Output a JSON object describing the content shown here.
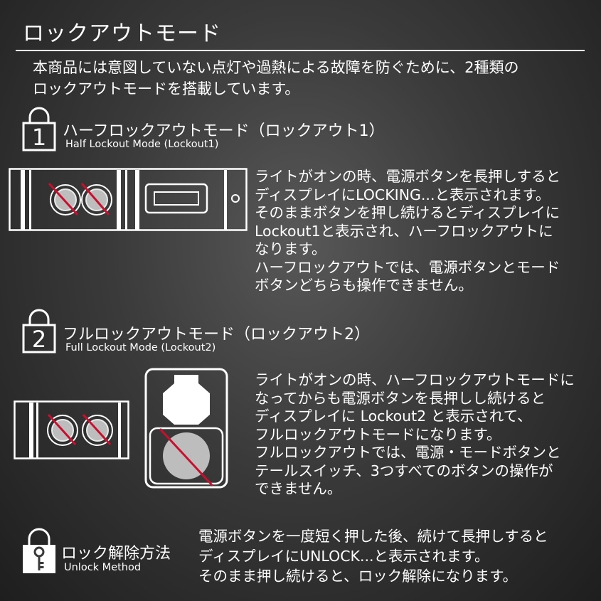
{
  "title": "ロックアウトモード",
  "intro": [
    "本商品には意図していない点灯や過熱による故障を防ぐために、2種類の",
    "ロックアウトモードを搭載しています。"
  ],
  "half": {
    "number": "1",
    "title": "ハーフロックアウトモード（ロックアウト1）",
    "subtitle": "Half Lockout Mode (Lockout1)",
    "description": [
      "ライトがオンの時、電源ボタンを長押しすると",
      "ディスプレイにLOCKING...と表示されます。",
      "そのままボタンを押し続けるとディスプレイに",
      "Lockout1と表示され、ハーフロックアウトに",
      "なります。",
      "ハーフロックアウトでは、電源ボタンとモード",
      "ボタンどちらも操作できません。"
    ]
  },
  "full": {
    "number": "2",
    "title": "フルロックアウトモード（ロックアウト2）",
    "subtitle": "Full Lockout Mode (Lockout2)",
    "description": [
      "ライトがオンの時、ハーフロックアウトモードに",
      "なってからも電源ボタンを長押しし続けると",
      "ディスプレイに Lockout2 と表示されて、",
      "フルロックアウトモードになります。",
      "フルロックアウトでは、電源・モードボタンと",
      "テールスイッチ、3つすべてのボタンの操作が",
      "できません。"
    ]
  },
  "unlock": {
    "title": "ロック解除方法",
    "subtitle": "Unlock Method",
    "description": [
      "電源ボタンを一度短く押した後、続けて長押しすると",
      "ディスプレイにUNLOCK...と表示されます。",
      "そのまま押し続けると、ロック解除になります。"
    ]
  },
  "colors": {
    "strike": "#c8102e",
    "button": "#bdbdbd",
    "line": "#ffffff"
  },
  "icons": {
    "lock_1": "padlock-number-icon",
    "lock_2": "padlock-number-icon",
    "unlock": "padlock-key-icon"
  }
}
